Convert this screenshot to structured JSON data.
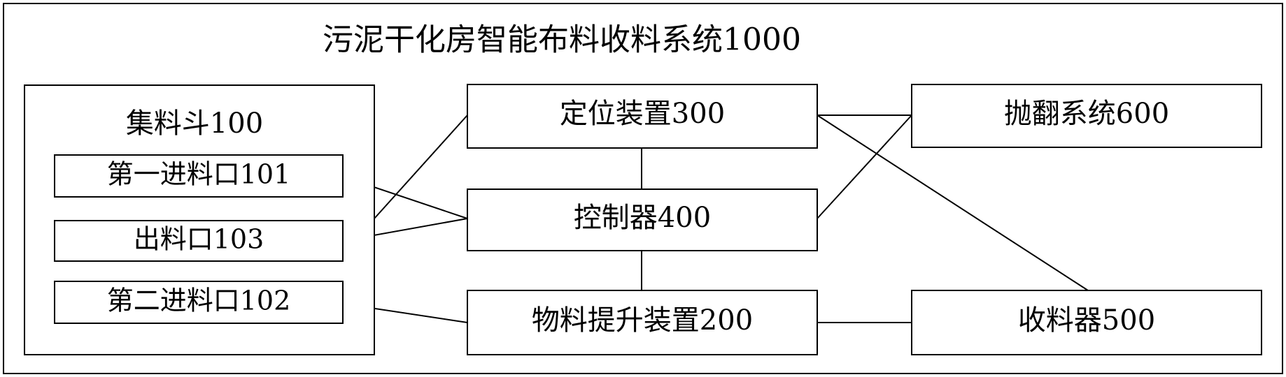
{
  "title": "污泥干化房智能布料收料系统1000",
  "hopper": {
    "label": "集料斗100",
    "ports": {
      "first_inlet": "第一进料口101",
      "outlet": "出料口103",
      "second_inlet": "第二进料口102"
    }
  },
  "components": {
    "positioning": "定位装置300",
    "controller": "控制器400",
    "lifting": "物料提升装置200",
    "turning": "抛翻系统600",
    "collector": "收料器500"
  }
}
